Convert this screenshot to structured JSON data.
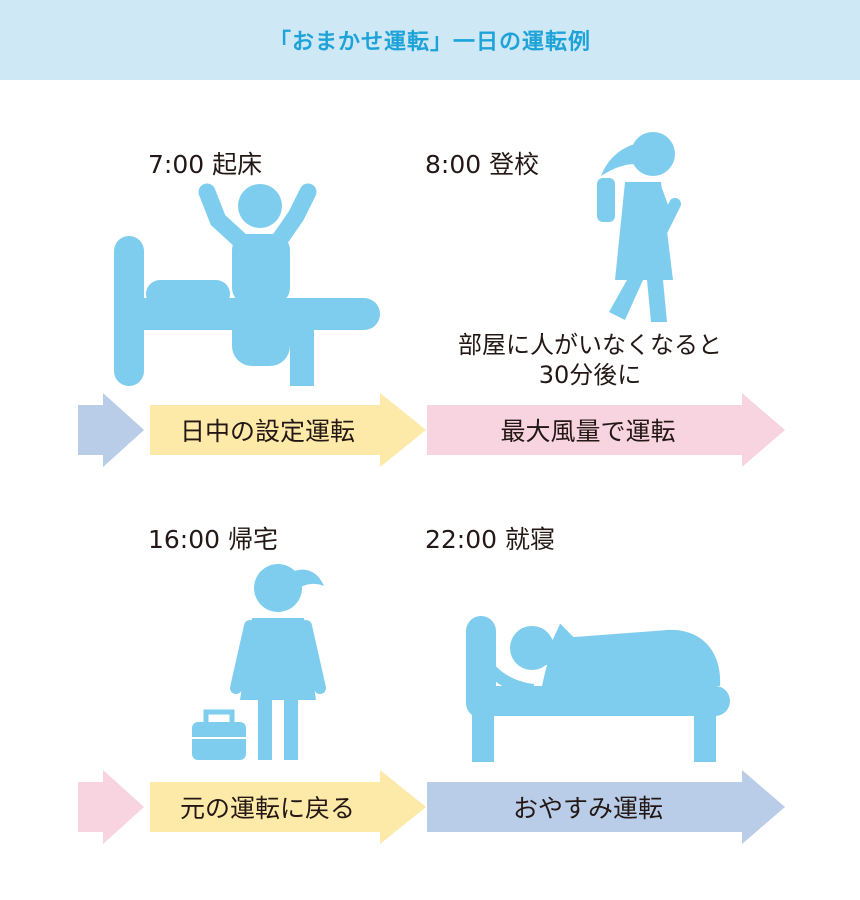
{
  "title": "「おまかせ運転」一日の運転例",
  "colors": {
    "figure": "#7fcdee",
    "header_bg": "#cfe8f5",
    "title": "#1ea3d8",
    "arrow_yellow": "#fde9a8",
    "arrow_pink": "#f8d3e0",
    "arrow_blue": "#b9cce8"
  },
  "scenes": [
    {
      "time": "7:00 起床",
      "icon": "wake-up-on-bed-icon"
    },
    {
      "time": "8:00 登校",
      "icon": "girl-walking-to-school-icon",
      "note": [
        "部屋に人がいなくなると",
        "30分後に"
      ]
    },
    {
      "time": "16:00 帰宅",
      "icon": "woman-returning-home-with-bag-icon"
    },
    {
      "time": "22:00 就寝",
      "icon": "person-sleeping-in-bed-icon"
    }
  ],
  "flows": {
    "row1": [
      "日中の設定運転",
      "最大風量で運転"
    ],
    "row2": [
      "元の運転に戻る",
      "おやすみ運転"
    ]
  }
}
